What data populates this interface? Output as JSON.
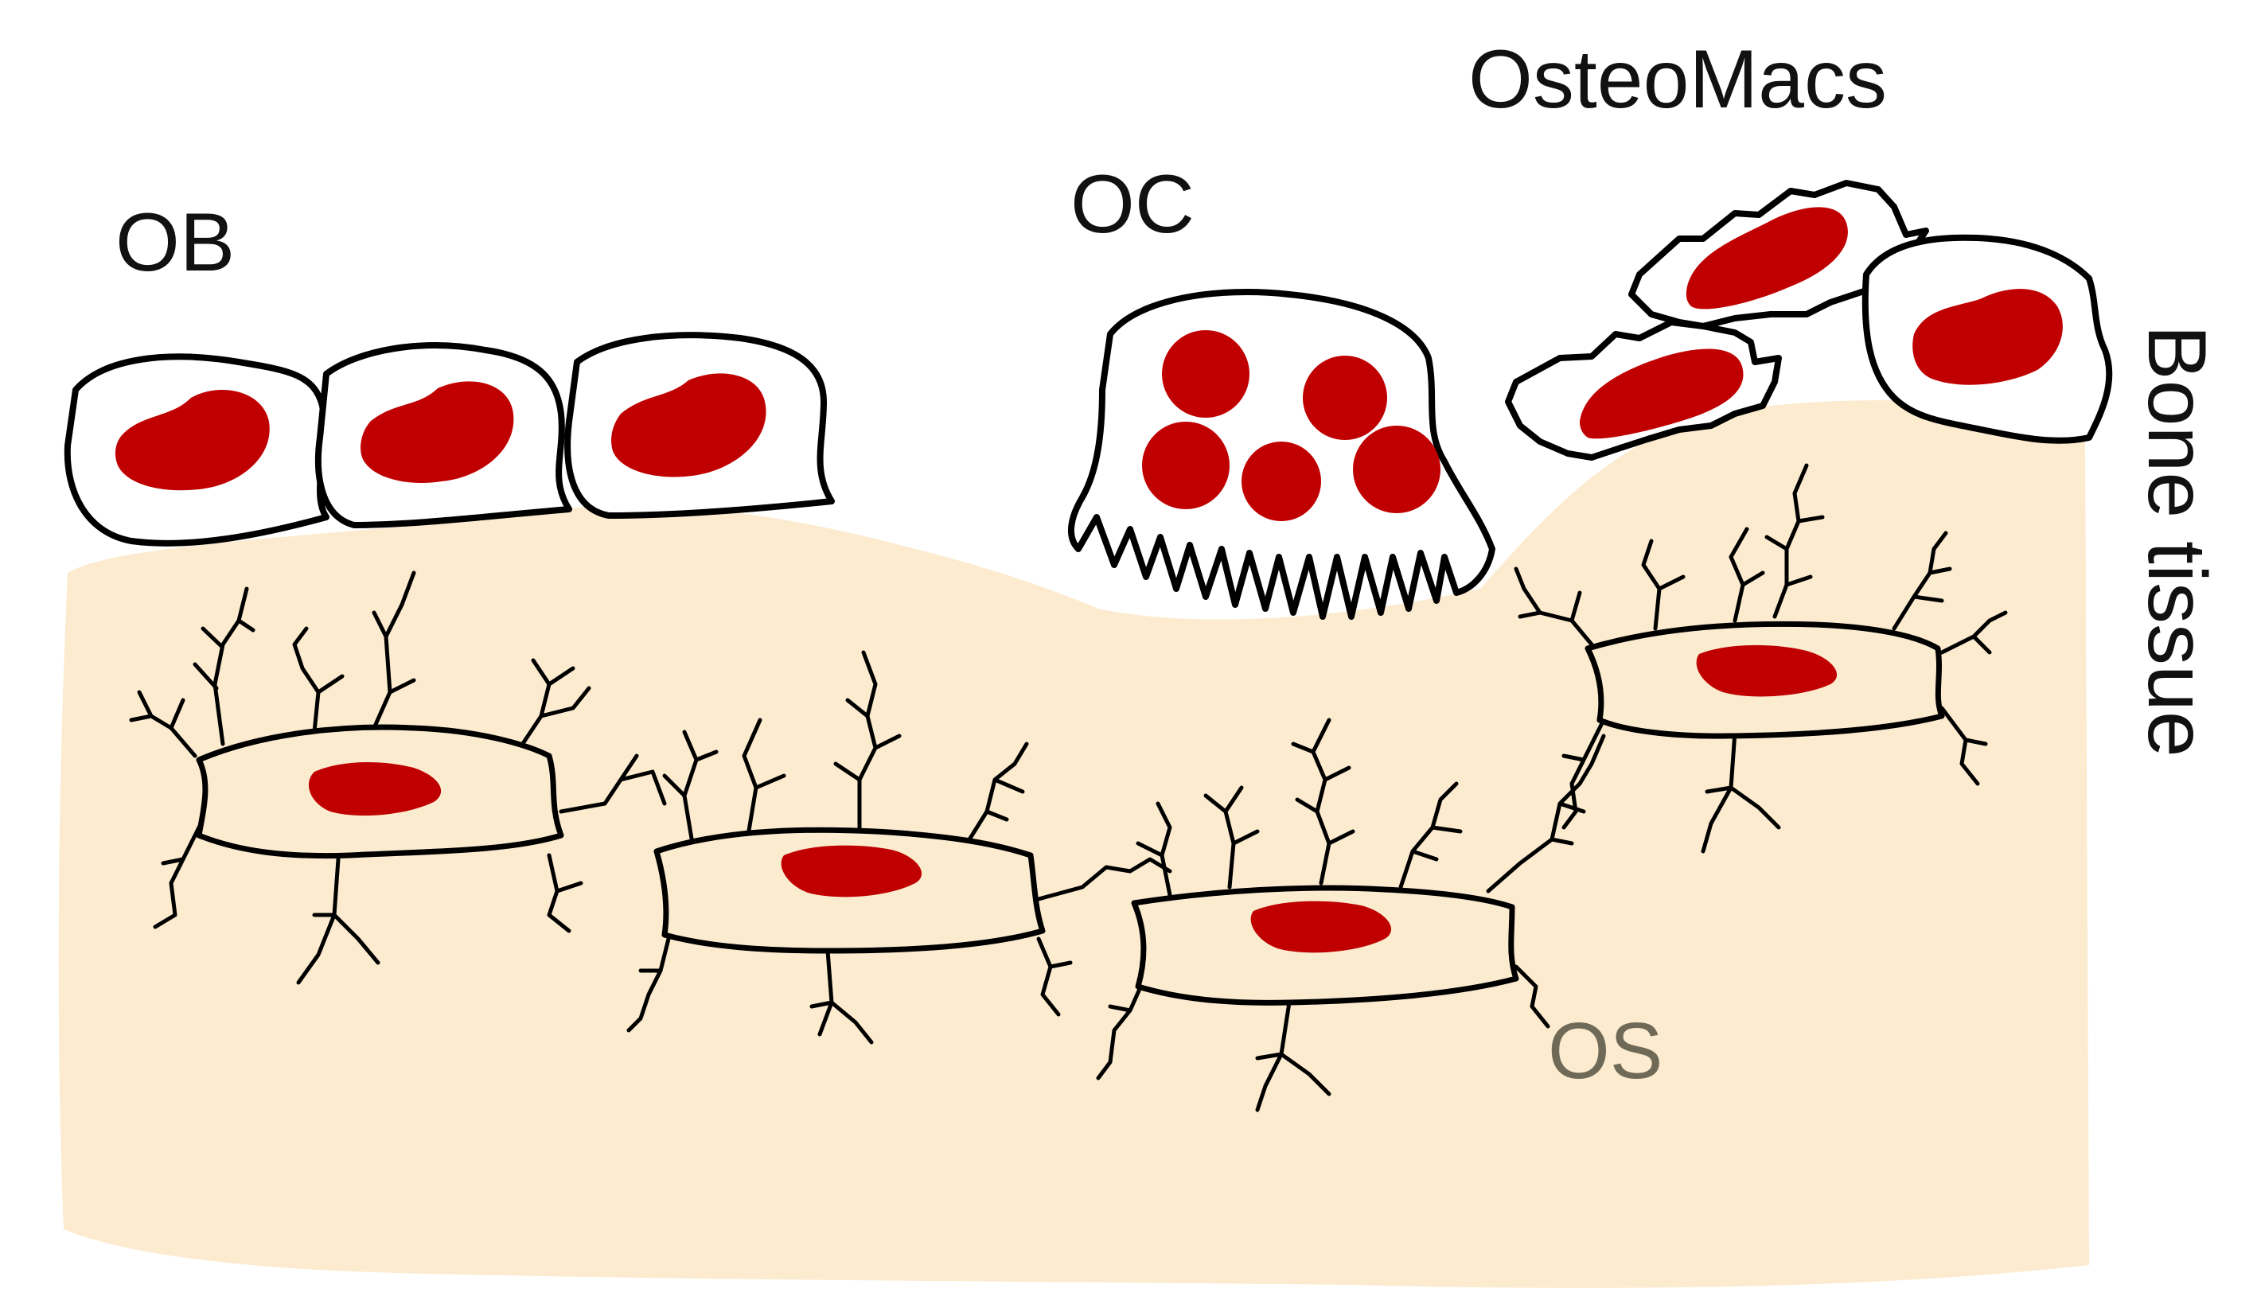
{
  "labels": {
    "ob": "OB",
    "oc": "OC",
    "osteomacs": "OsteoMacs",
    "os": "OS",
    "bone_tissue": "Bone tissue"
  },
  "colors": {
    "bone": "#fcebcf",
    "nucleus": "#c00000",
    "outline": "#000000",
    "os_label": "#6f6a58",
    "background": "#ffffff"
  }
}
